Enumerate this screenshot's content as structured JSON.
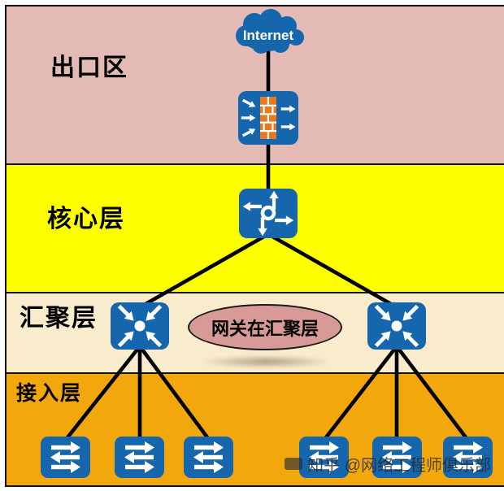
{
  "zones": [
    {
      "id": "exit-zone",
      "label": "出口区",
      "color": "#e3bbb4"
    },
    {
      "id": "core-layer",
      "label": "核心层",
      "color": "#fdff00"
    },
    {
      "id": "aggregation-layer",
      "label": "汇聚层",
      "color": "#f8eccc"
    },
    {
      "id": "access-layer",
      "label": "接入层",
      "color": "#f2a70c"
    }
  ],
  "nodes": {
    "internet": {
      "label": "Internet",
      "icon": "cloud-icon",
      "color": "#1666ad"
    },
    "firewall": {
      "icon": "firewall-icon",
      "brick_color": "#e8791f"
    },
    "core_router": {
      "icon": "router-icon"
    },
    "agg_switch_left": {
      "icon": "multilayer-switch-icon"
    },
    "agg_switch_right": {
      "icon": "multilayer-switch-icon"
    },
    "access_switches": {
      "icon": "workgroup-switch-icon",
      "count": 6
    }
  },
  "callout": {
    "label": "网关在汇聚层",
    "fill": "#d89a97"
  },
  "watermark": {
    "text": "知乎 @网络工程师俱乐部"
  },
  "colors": {
    "icon_blue": "#1666ad",
    "line": "#000000",
    "band_border": "#111111"
  }
}
